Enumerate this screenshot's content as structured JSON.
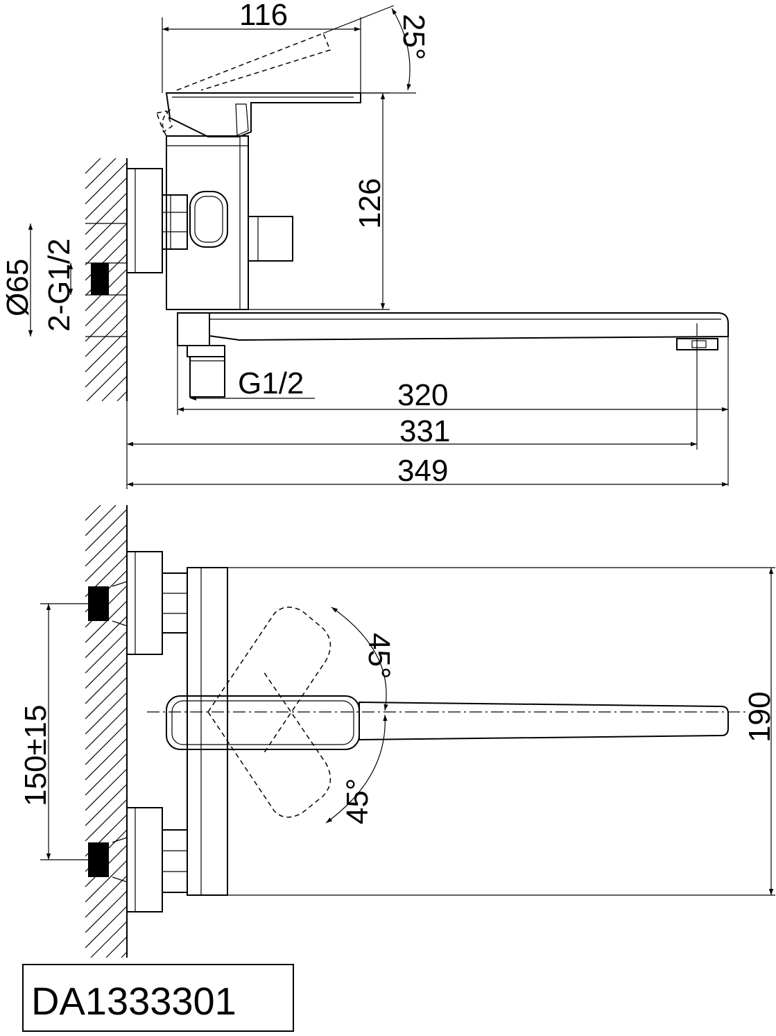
{
  "dimensions": {
    "top_width": "116",
    "lever_tilt": "25°",
    "height": "126",
    "flange_diameter": "Ø65",
    "inlet_thread": "2-G1/2",
    "outlet_thread": "G1/2",
    "spout_reach": "320",
    "center_reach": "331",
    "total_length": "349",
    "inlet_spacing": "150±15",
    "body_width": "190",
    "rotation_upper": "45°",
    "rotation_lower": "45°"
  },
  "model_code": "DA1333301"
}
